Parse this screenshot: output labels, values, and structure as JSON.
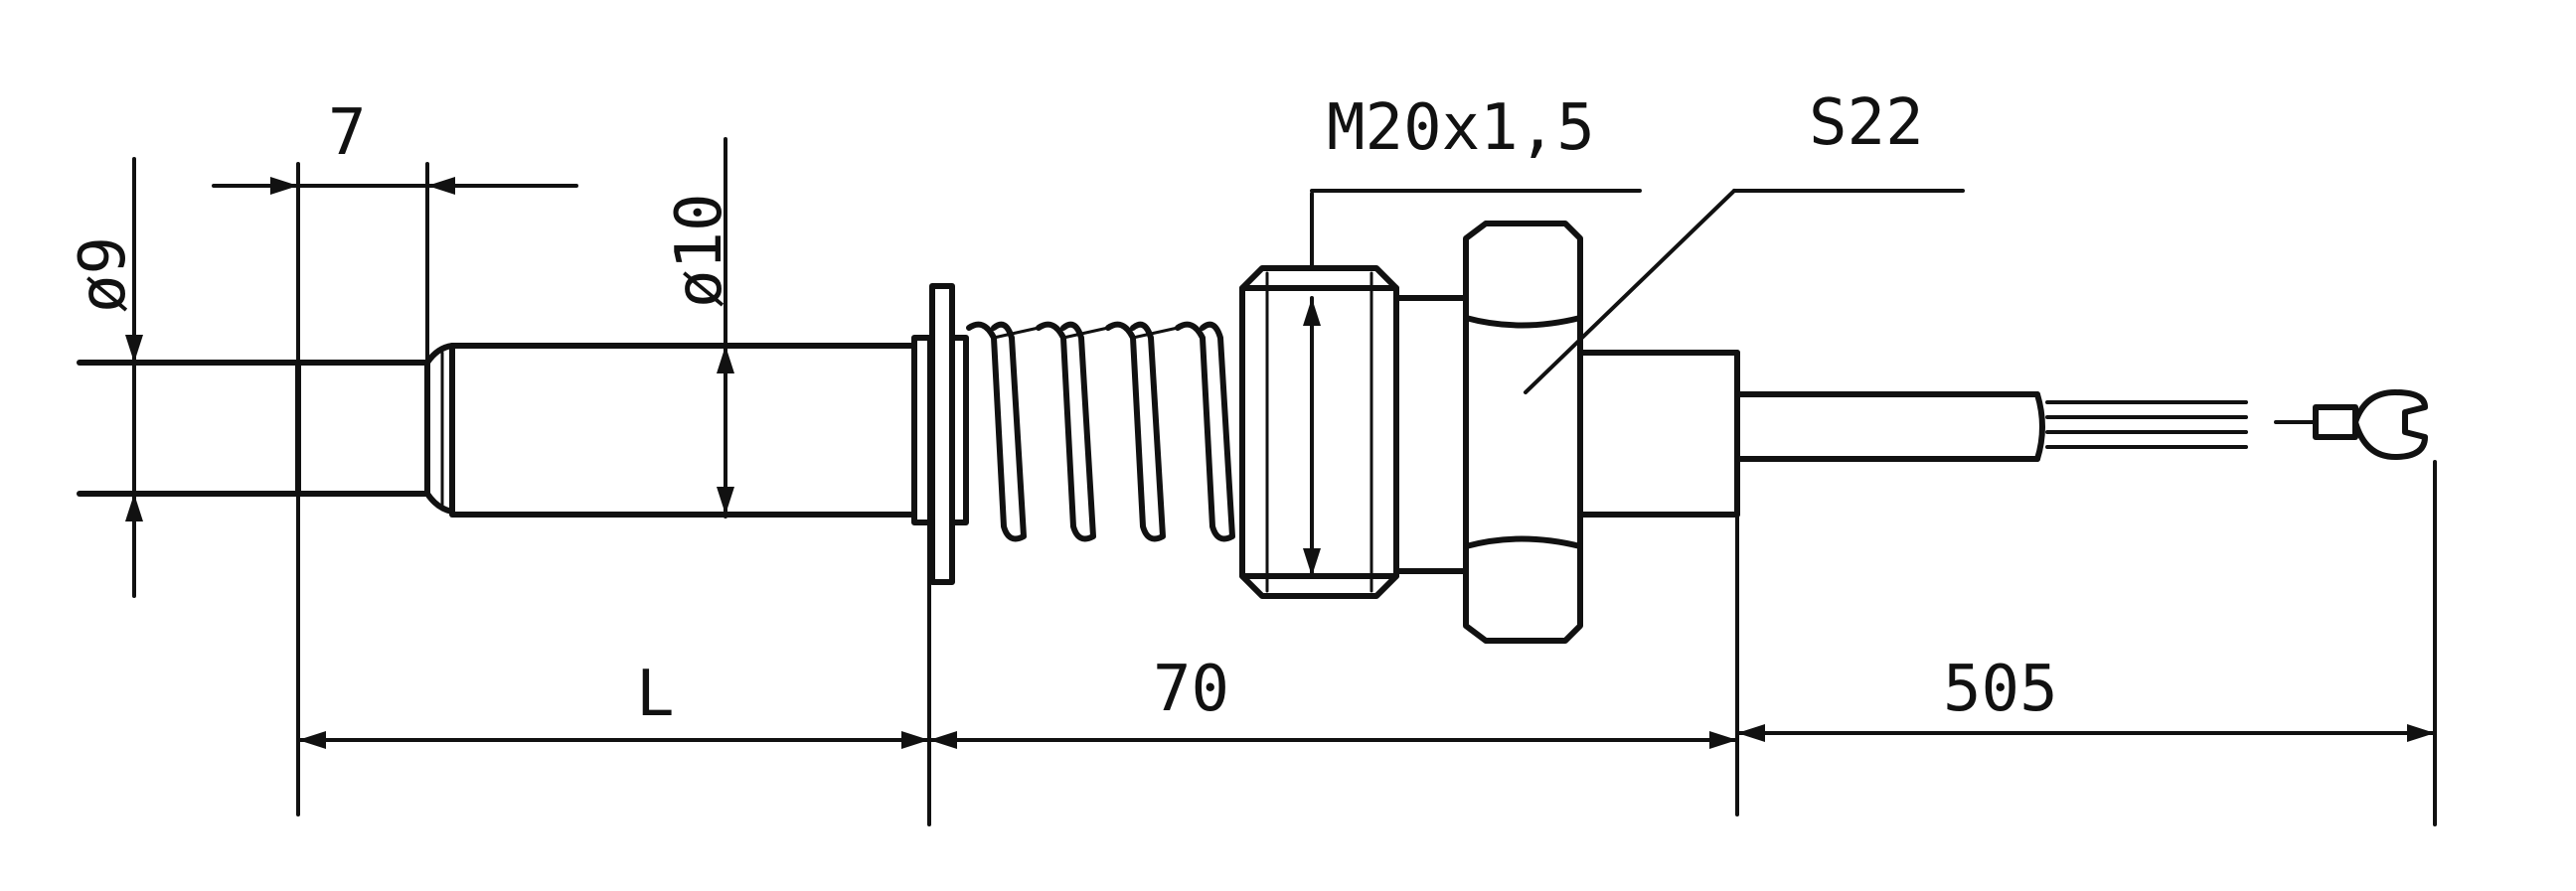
{
  "dimensions": {
    "diameter_9": "ø9",
    "length_7": "7",
    "diameter_10": "ø10",
    "thread": "M20x1,5",
    "wrench_size": "S22",
    "length_L": "L",
    "length_70": "70",
    "length_505": "505"
  },
  "colors": {
    "ink": "#111111",
    "paper": "#ffffff"
  }
}
